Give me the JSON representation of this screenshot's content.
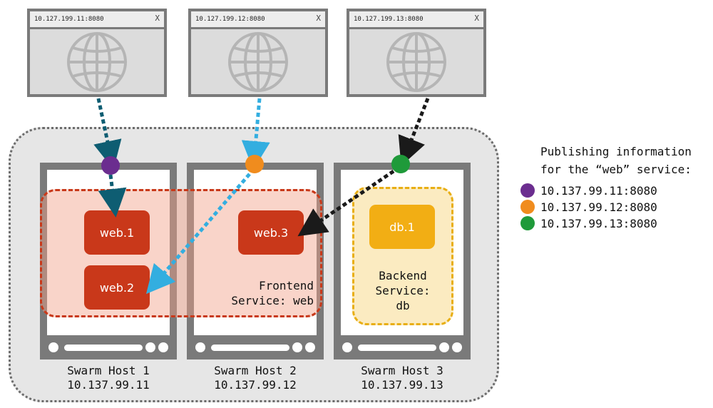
{
  "browsers": [
    {
      "url": "10.127.199.11:8080",
      "close": "X"
    },
    {
      "url": "10.127.199.12:8080",
      "close": "X"
    },
    {
      "url": "10.127.199.13:8080",
      "close": "X"
    }
  ],
  "hosts": [
    {
      "name": "Swarm Host 1",
      "ip": "10.137.99.11"
    },
    {
      "name": "Swarm Host 2",
      "ip": "10.137.99.12"
    },
    {
      "name": "Swarm Host 3",
      "ip": "10.137.99.13"
    }
  ],
  "frontend": {
    "line1": "Frontend",
    "line2": "Service: web",
    "tasks": [
      "web.1",
      "web.2",
      "web.3"
    ]
  },
  "backend": {
    "line1": "Backend",
    "line2": "Service:",
    "line3": "db",
    "task": "db.1"
  },
  "legend": {
    "line1": "Publishing information",
    "line2": "for the “web” service:",
    "items": [
      {
        "label": "10.137.99.11:8080",
        "color": "#6b2d8f"
      },
      {
        "label": "10.137.99.12:8080",
        "color": "#f08c1e"
      },
      {
        "label": "10.137.99.13:8080",
        "color": "#1f9a3a"
      }
    ]
  },
  "colors": {
    "arrow1": "#0e5d72",
    "arrow2": "#33aee0",
    "arrow3": "#1a1a1a",
    "port1": "#6b2d8f",
    "port2": "#f08c1e",
    "port3": "#1f9a3a"
  }
}
